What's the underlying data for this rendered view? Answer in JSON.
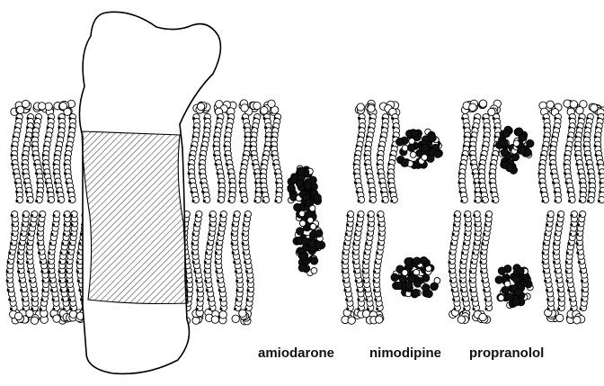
{
  "figure": {
    "labels": {
      "amiodarone": "amiodarone",
      "nimodipine": "nimodipine",
      "propranolol": "propranolol"
    },
    "colors": {
      "line": "#000000",
      "background": "#ffffff",
      "hatch": "#555555"
    },
    "elements": [
      "membrane-protein-outline",
      "hydrophobic-hatched-region",
      "phospholipid-molecules",
      "amiodarone-molecule",
      "nimodipine-molecules",
      "propranolol-molecules"
    ]
  }
}
